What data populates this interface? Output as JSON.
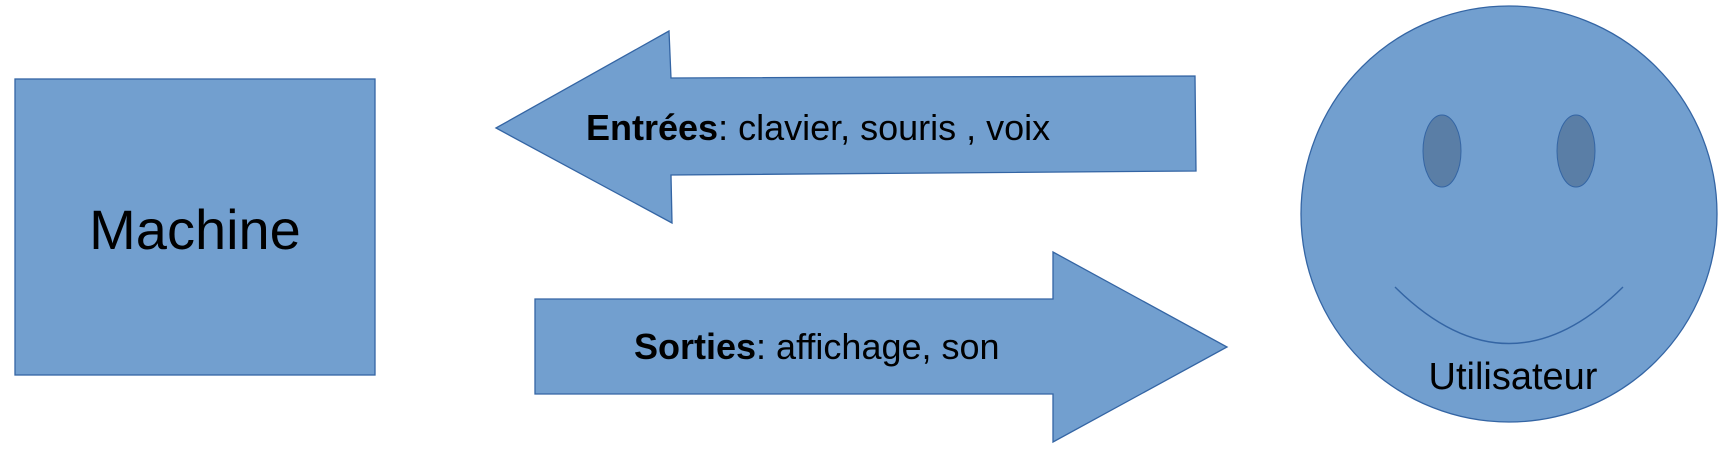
{
  "diagram": {
    "machine": {
      "label": "Machine"
    },
    "inputs_arrow": {
      "term": "Entrées",
      "description": ": clavier, souris , voix"
    },
    "outputs_arrow": {
      "term": "Sorties",
      "description": ": affichage, son"
    },
    "user": {
      "label": "Utilisateur"
    }
  },
  "colors": {
    "shape_fill": "#729fcf",
    "shape_stroke": "#3465a4",
    "eye_fill": "#5a7ea6"
  },
  "icons": {
    "user": "smiley-face-icon"
  }
}
